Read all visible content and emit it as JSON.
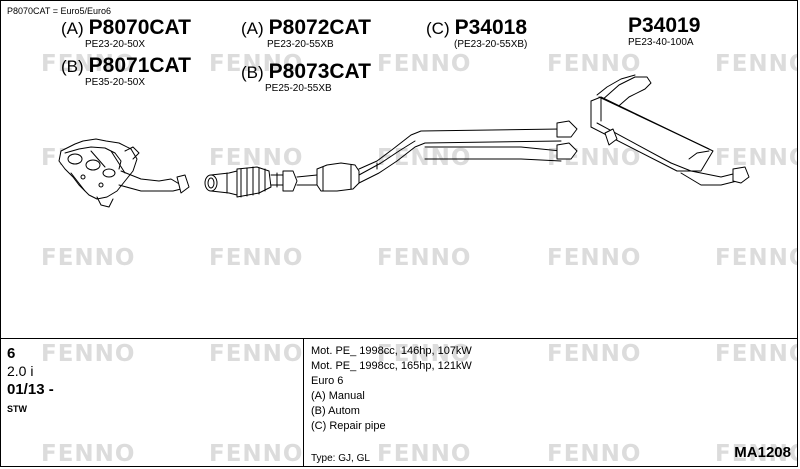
{
  "note": "P8070CAT = Euro5/Euro6",
  "parts": [
    {
      "id": "p8070cat",
      "prefix": "(A)",
      "code": "P8070CAT",
      "sub": "PE23-20-50X"
    },
    {
      "id": "p8071cat",
      "prefix": "(B)",
      "code": "P8071CAT",
      "sub": "PE35-20-50X"
    },
    {
      "id": "p8072cat",
      "prefix": "(A)",
      "code": "P8072CAT",
      "sub": "PE23-20-55XB"
    },
    {
      "id": "p8073cat",
      "prefix": "(B)",
      "code": "P8073CAT",
      "sub": "PE25-20-55XB"
    },
    {
      "id": "p34018",
      "prefix": "(C)",
      "code": "P34018",
      "sub": "(PE23-20-55XB)"
    },
    {
      "id": "p34019",
      "prefix": "",
      "code": "P34019",
      "sub": "PE23-40-100A"
    }
  ],
  "watermark": "FENNO",
  "vehicle": {
    "count": "6",
    "engine": "2.0 i",
    "date": "01/13 -",
    "body": "STW"
  },
  "specs": [
    "Mot. PE_ 1998cc, 146hp, 107kW",
    "Mot. PE_ 1998cc, 165hp, 121kW",
    "Euro 6",
    "(A) Manual",
    "(B) Autom",
    "(C) Repair pipe"
  ],
  "type_line": "Type:  GJ, GL",
  "diagram_code": "MA1208"
}
